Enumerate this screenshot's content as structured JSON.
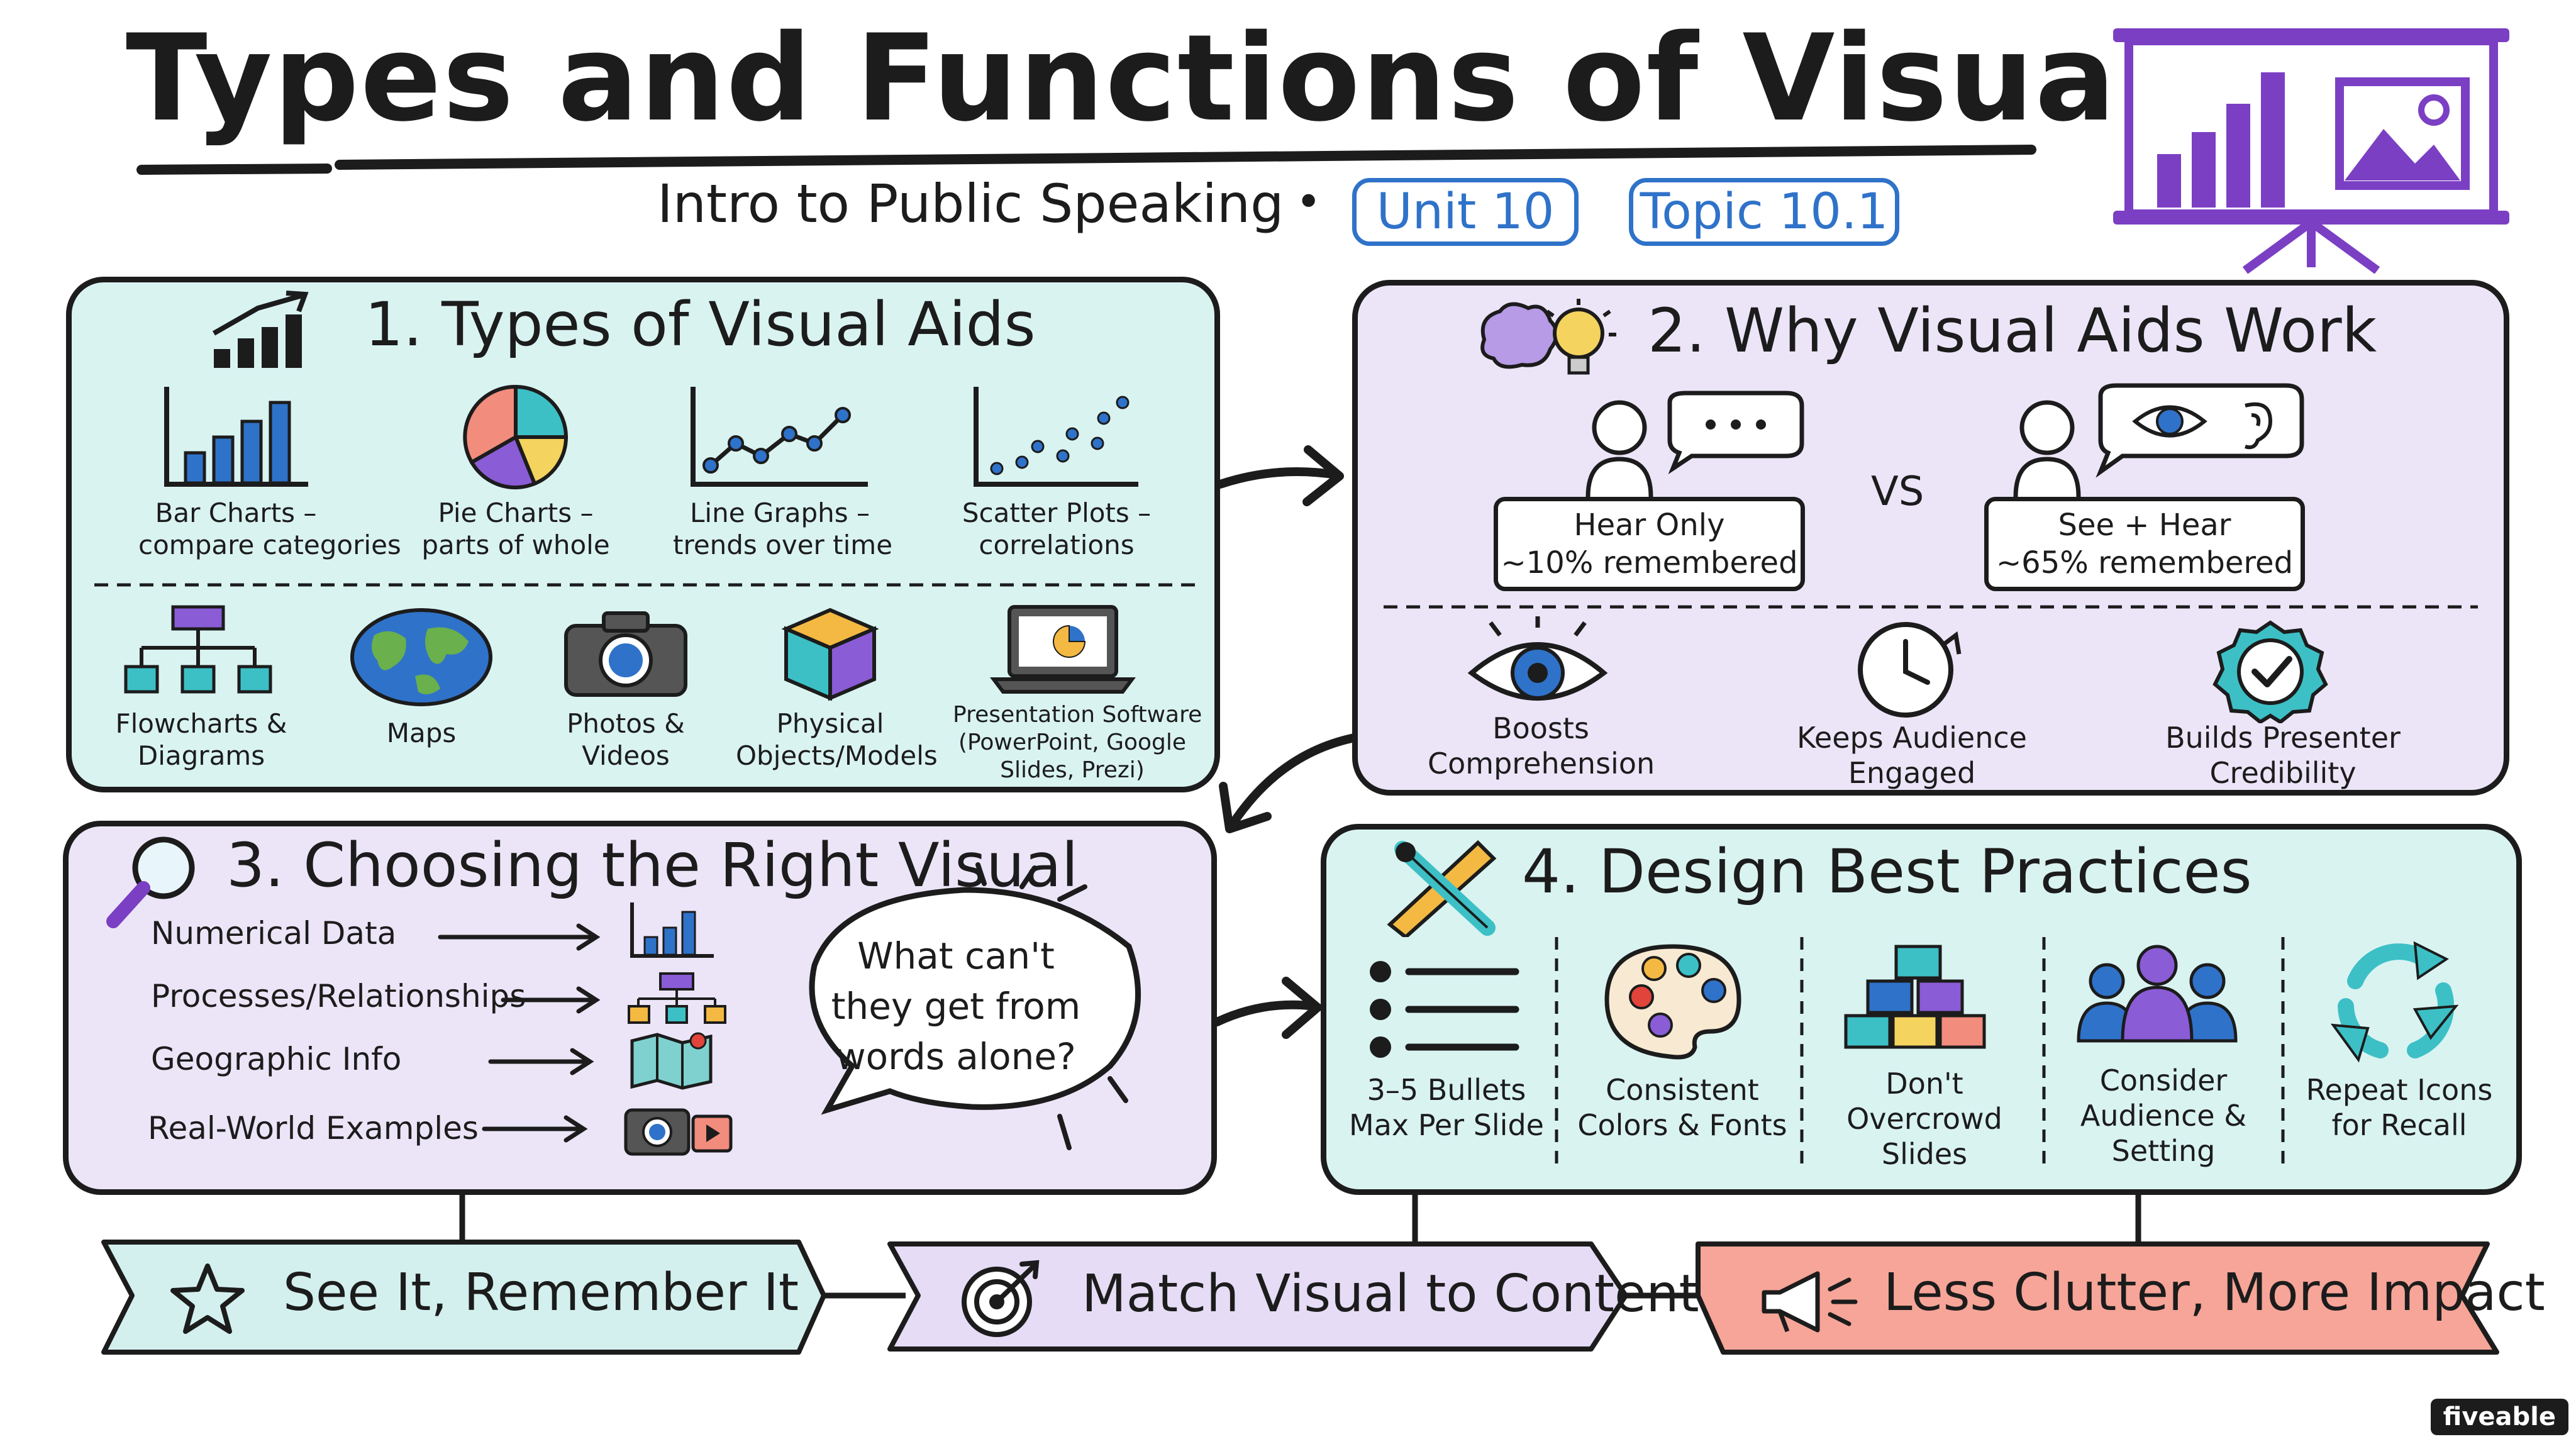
{
  "header": {
    "title": "Types and Functions of Visual Aids",
    "course": "Intro to Public Speaking",
    "separator": "•",
    "unit": "Unit 10",
    "topic": "Topic 10.1"
  },
  "panel1": {
    "title": "1. Types of Visual Aids",
    "items": [
      {
        "line1": "Bar Charts –",
        "line2": "compare categories",
        "icon": "bar-chart-icon"
      },
      {
        "line1": "Pie Charts –",
        "line2": "parts of whole",
        "icon": "pie-chart-icon"
      },
      {
        "line1": "Line Graphs –",
        "line2": "trends over time",
        "icon": "line-graph-icon"
      },
      {
        "line1": "Scatter Plots –",
        "line2": "correlations",
        "icon": "scatter-plot-icon"
      },
      {
        "line1": "Flowcharts &",
        "line2": "Diagrams",
        "icon": "flowchart-icon"
      },
      {
        "line1": "Maps",
        "line2": "",
        "icon": "globe-icon"
      },
      {
        "line1": "Photos &",
        "line2": "Videos",
        "icon": "camera-icon"
      },
      {
        "line1": "Physical",
        "line2": "Objects/Models",
        "icon": "cube-icon"
      },
      {
        "line1": "Presentation Software",
        "line2": "(PowerPoint, Google",
        "line3": "Slides, Prezi)",
        "icon": "laptop-icon"
      }
    ]
  },
  "panel2": {
    "title": "2. Why Visual Aids Work",
    "hear": {
      "line1": "Hear Only",
      "line2": "~10% remembered"
    },
    "vs": "VS",
    "see": {
      "line1": "See + Hear",
      "line2": "~65% remembered"
    },
    "benefits": [
      {
        "line1": "Boosts",
        "line2": "Comprehension",
        "icon": "eye-icon"
      },
      {
        "line1": "Keeps Audience",
        "line2": "Engaged",
        "icon": "clock-icon"
      },
      {
        "line1": "Builds Presenter",
        "line2": "Credibility",
        "icon": "badge-check-icon"
      }
    ]
  },
  "panel3": {
    "title": "3. Choosing the Right Visual",
    "rows": [
      {
        "label": "Numerical Data",
        "icon": "bar-chart-icon"
      },
      {
        "label": "Processes/Relationships",
        "icon": "flowchart-icon"
      },
      {
        "label": "Geographic Info",
        "icon": "map-icon"
      },
      {
        "label": "Real-World Examples",
        "icon": "camera-video-icon"
      }
    ],
    "bubble": {
      "line1": "What can't",
      "line2": "they get from",
      "line3": "words alone?"
    }
  },
  "panel4": {
    "title": "4. Design Best Practices",
    "items": [
      {
        "line1": "3–5 Bullets",
        "line2": "Max Per Slide",
        "icon": "bullet-list-icon"
      },
      {
        "line1": "Consistent",
        "line2": "Colors & Fonts",
        "icon": "palette-icon"
      },
      {
        "line1": "Don't",
        "line2": "Overcrowd",
        "line3": "Slides",
        "icon": "blocks-icon"
      },
      {
        "line1": "Consider",
        "line2": "Audience &",
        "line3": "Setting",
        "icon": "audience-icon"
      },
      {
        "line1": "Repeat Icons",
        "line2": "for Recall",
        "icon": "recycle-icon"
      }
    ]
  },
  "banners": [
    {
      "text": "See It, Remember It",
      "icon": "star-icon",
      "color": "#d3f0ee"
    },
    {
      "text": "Match Visual to Content",
      "icon": "target-icon",
      "color": "#e6dcf6"
    },
    {
      "text": "Less Clutter, More Impact",
      "icon": "megaphone-icon",
      "color": "#f6a598"
    }
  ],
  "colors": {
    "teal_panel": "#d9f3f1",
    "lavender_panel": "#ece5f8",
    "accent_blue": "#2f72c9",
    "accent_purple": "#7b3fc4",
    "coral": "#f6a598"
  },
  "brand": "fiveable"
}
